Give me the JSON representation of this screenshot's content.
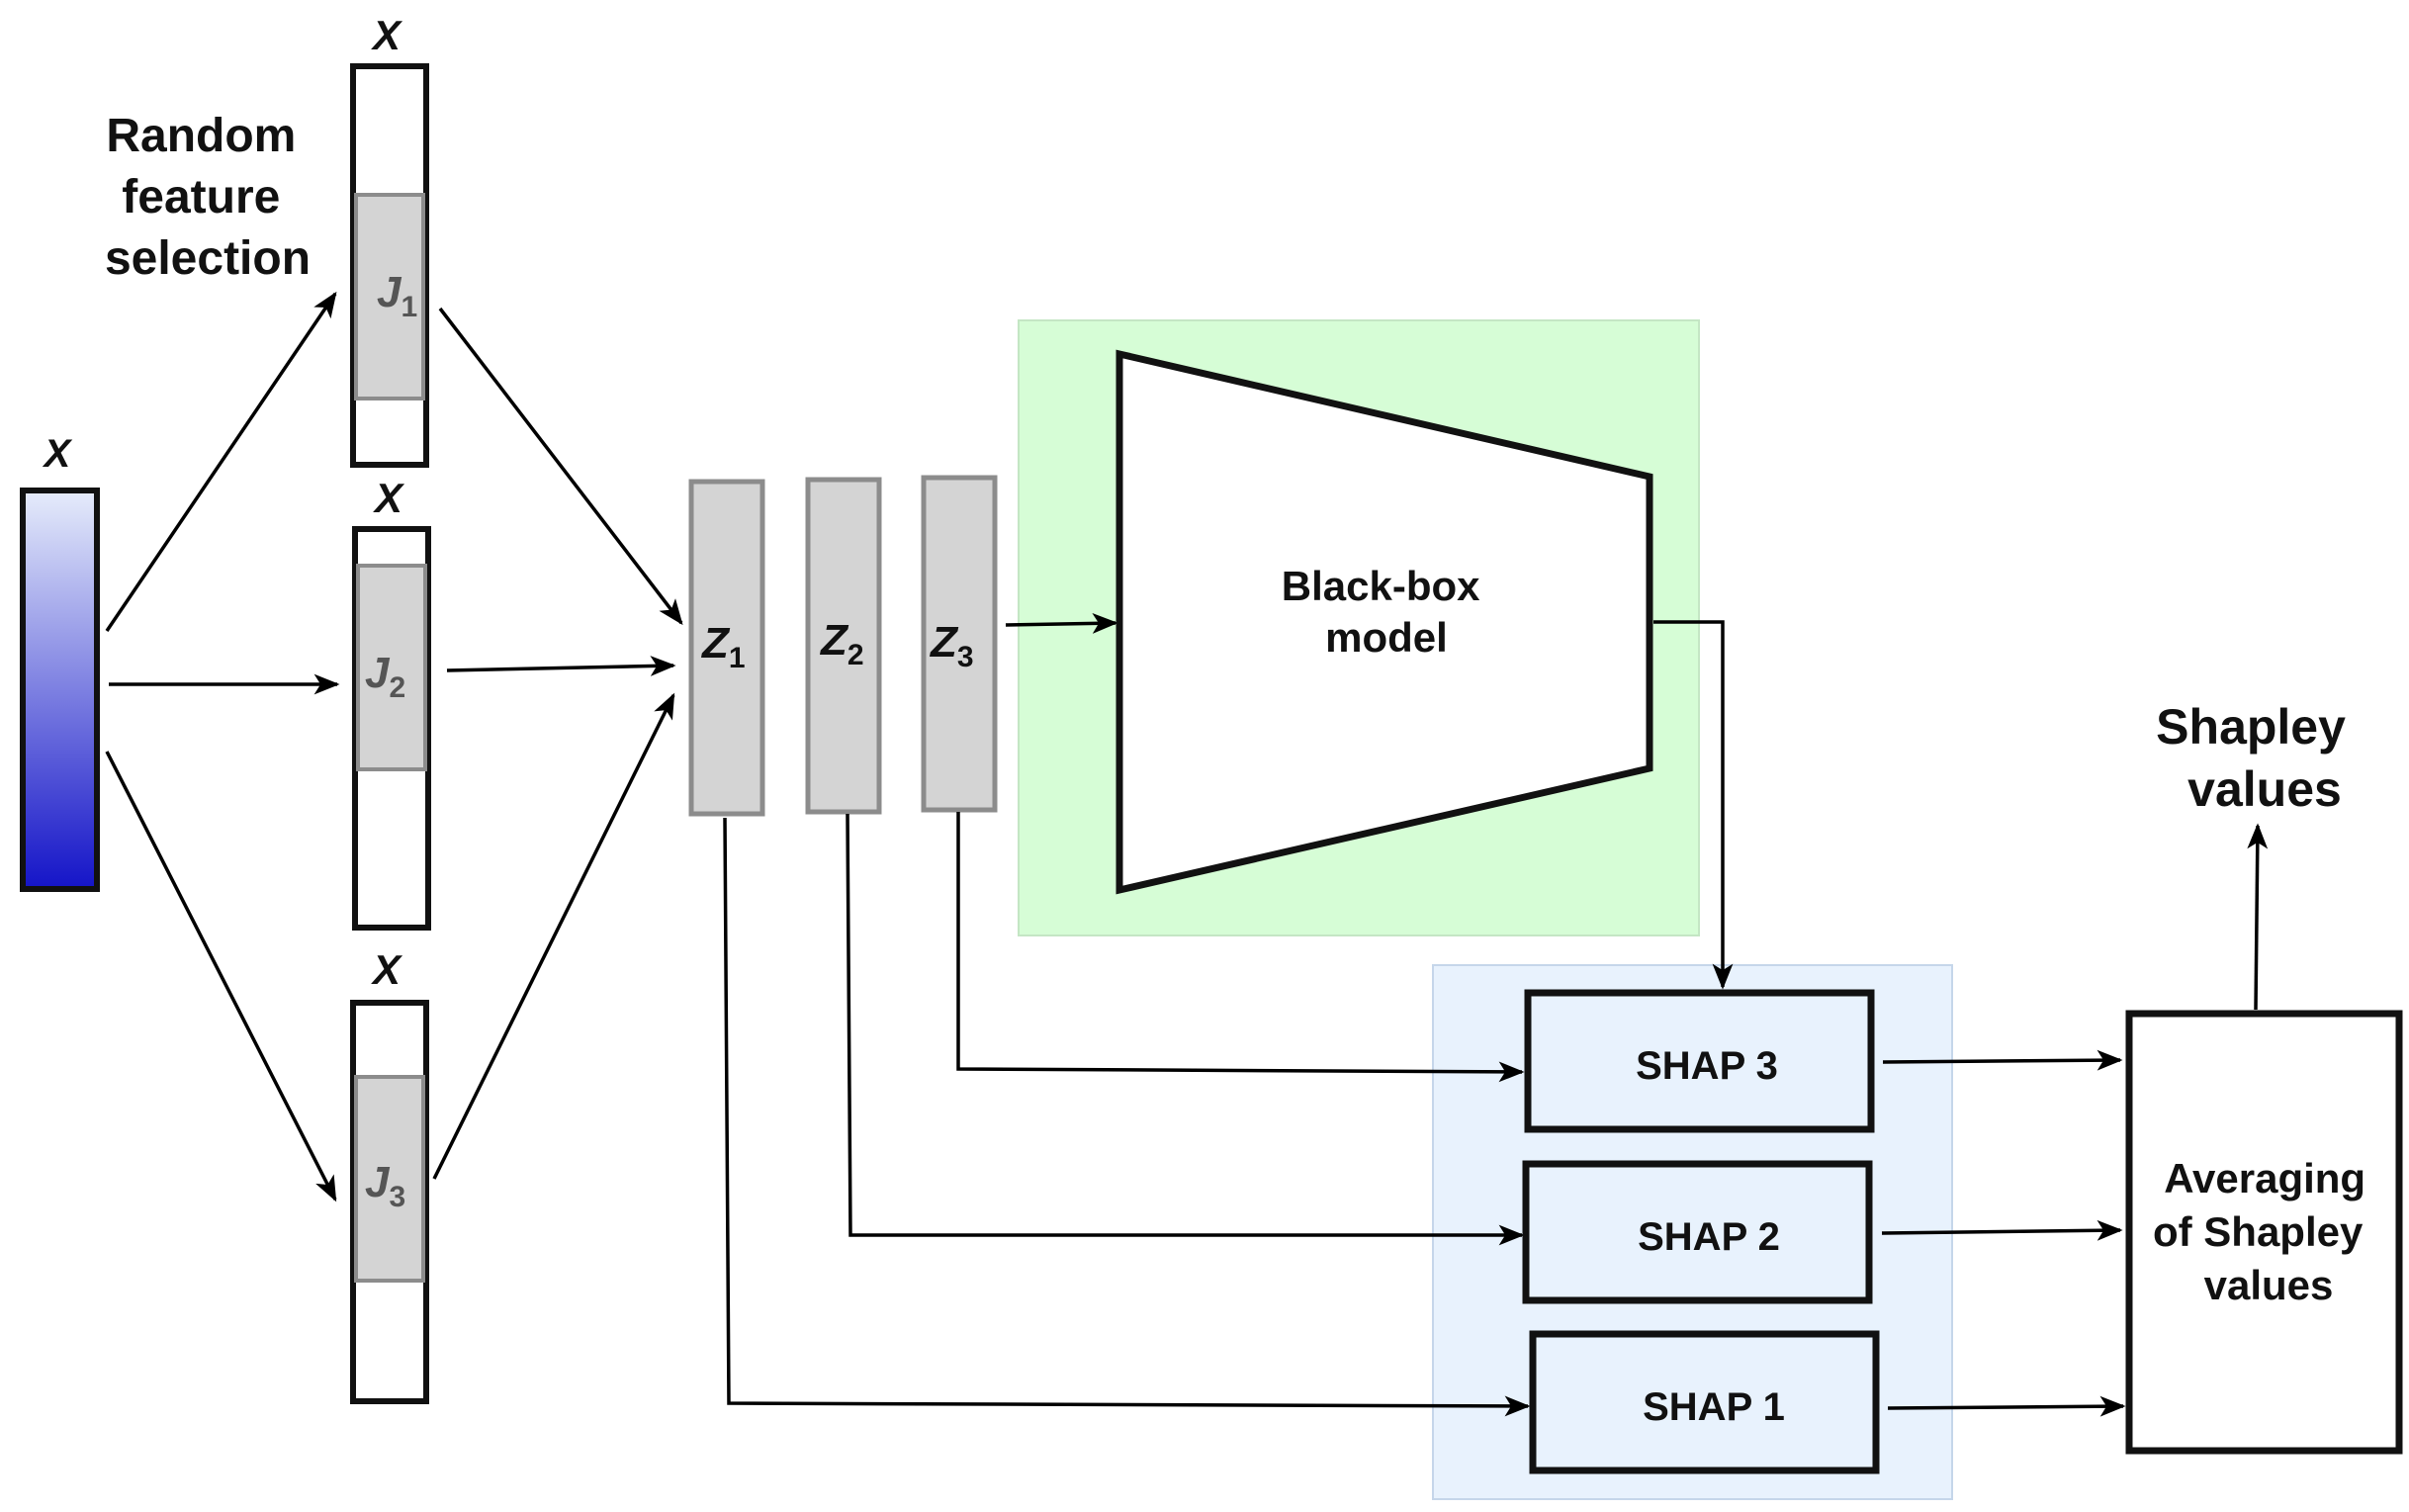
{
  "input": {
    "label": "X"
  },
  "selection": {
    "title_lines": [
      "Random",
      "feature",
      "selection"
    ],
    "vectors": [
      {
        "top_label": "X",
        "subset_var": "J",
        "subset_sub": "1"
      },
      {
        "top_label": "X",
        "subset_var": "J",
        "subset_sub": "2"
      },
      {
        "top_label": "X",
        "subset_var": "J",
        "subset_sub": "3"
      }
    ]
  },
  "subsets": [
    {
      "var": "Z",
      "sub": "1"
    },
    {
      "var": "Z",
      "sub": "2"
    },
    {
      "var": "Z",
      "sub": "3"
    }
  ],
  "model": {
    "label_lines": [
      "Black-box",
      "model"
    ]
  },
  "shap": {
    "boxes": [
      "SHAP 3",
      "SHAP 2",
      "SHAP 1"
    ]
  },
  "averaging": {
    "label_lines": [
      "Averaging",
      "of Shapley",
      "values"
    ]
  },
  "output": {
    "label_lines": [
      "Shapley",
      "values"
    ]
  },
  "colors": {
    "input_gradient_top": "#e6ecfb",
    "input_gradient_bottom": "#1414c8",
    "subset_fill": "#d4d4d4",
    "subset_stroke": "#8c8c8c",
    "model_panel": "#d6fdd6",
    "shap_panel": "#e8f2fd",
    "shap_box_fill": "#e8f2fd"
  }
}
